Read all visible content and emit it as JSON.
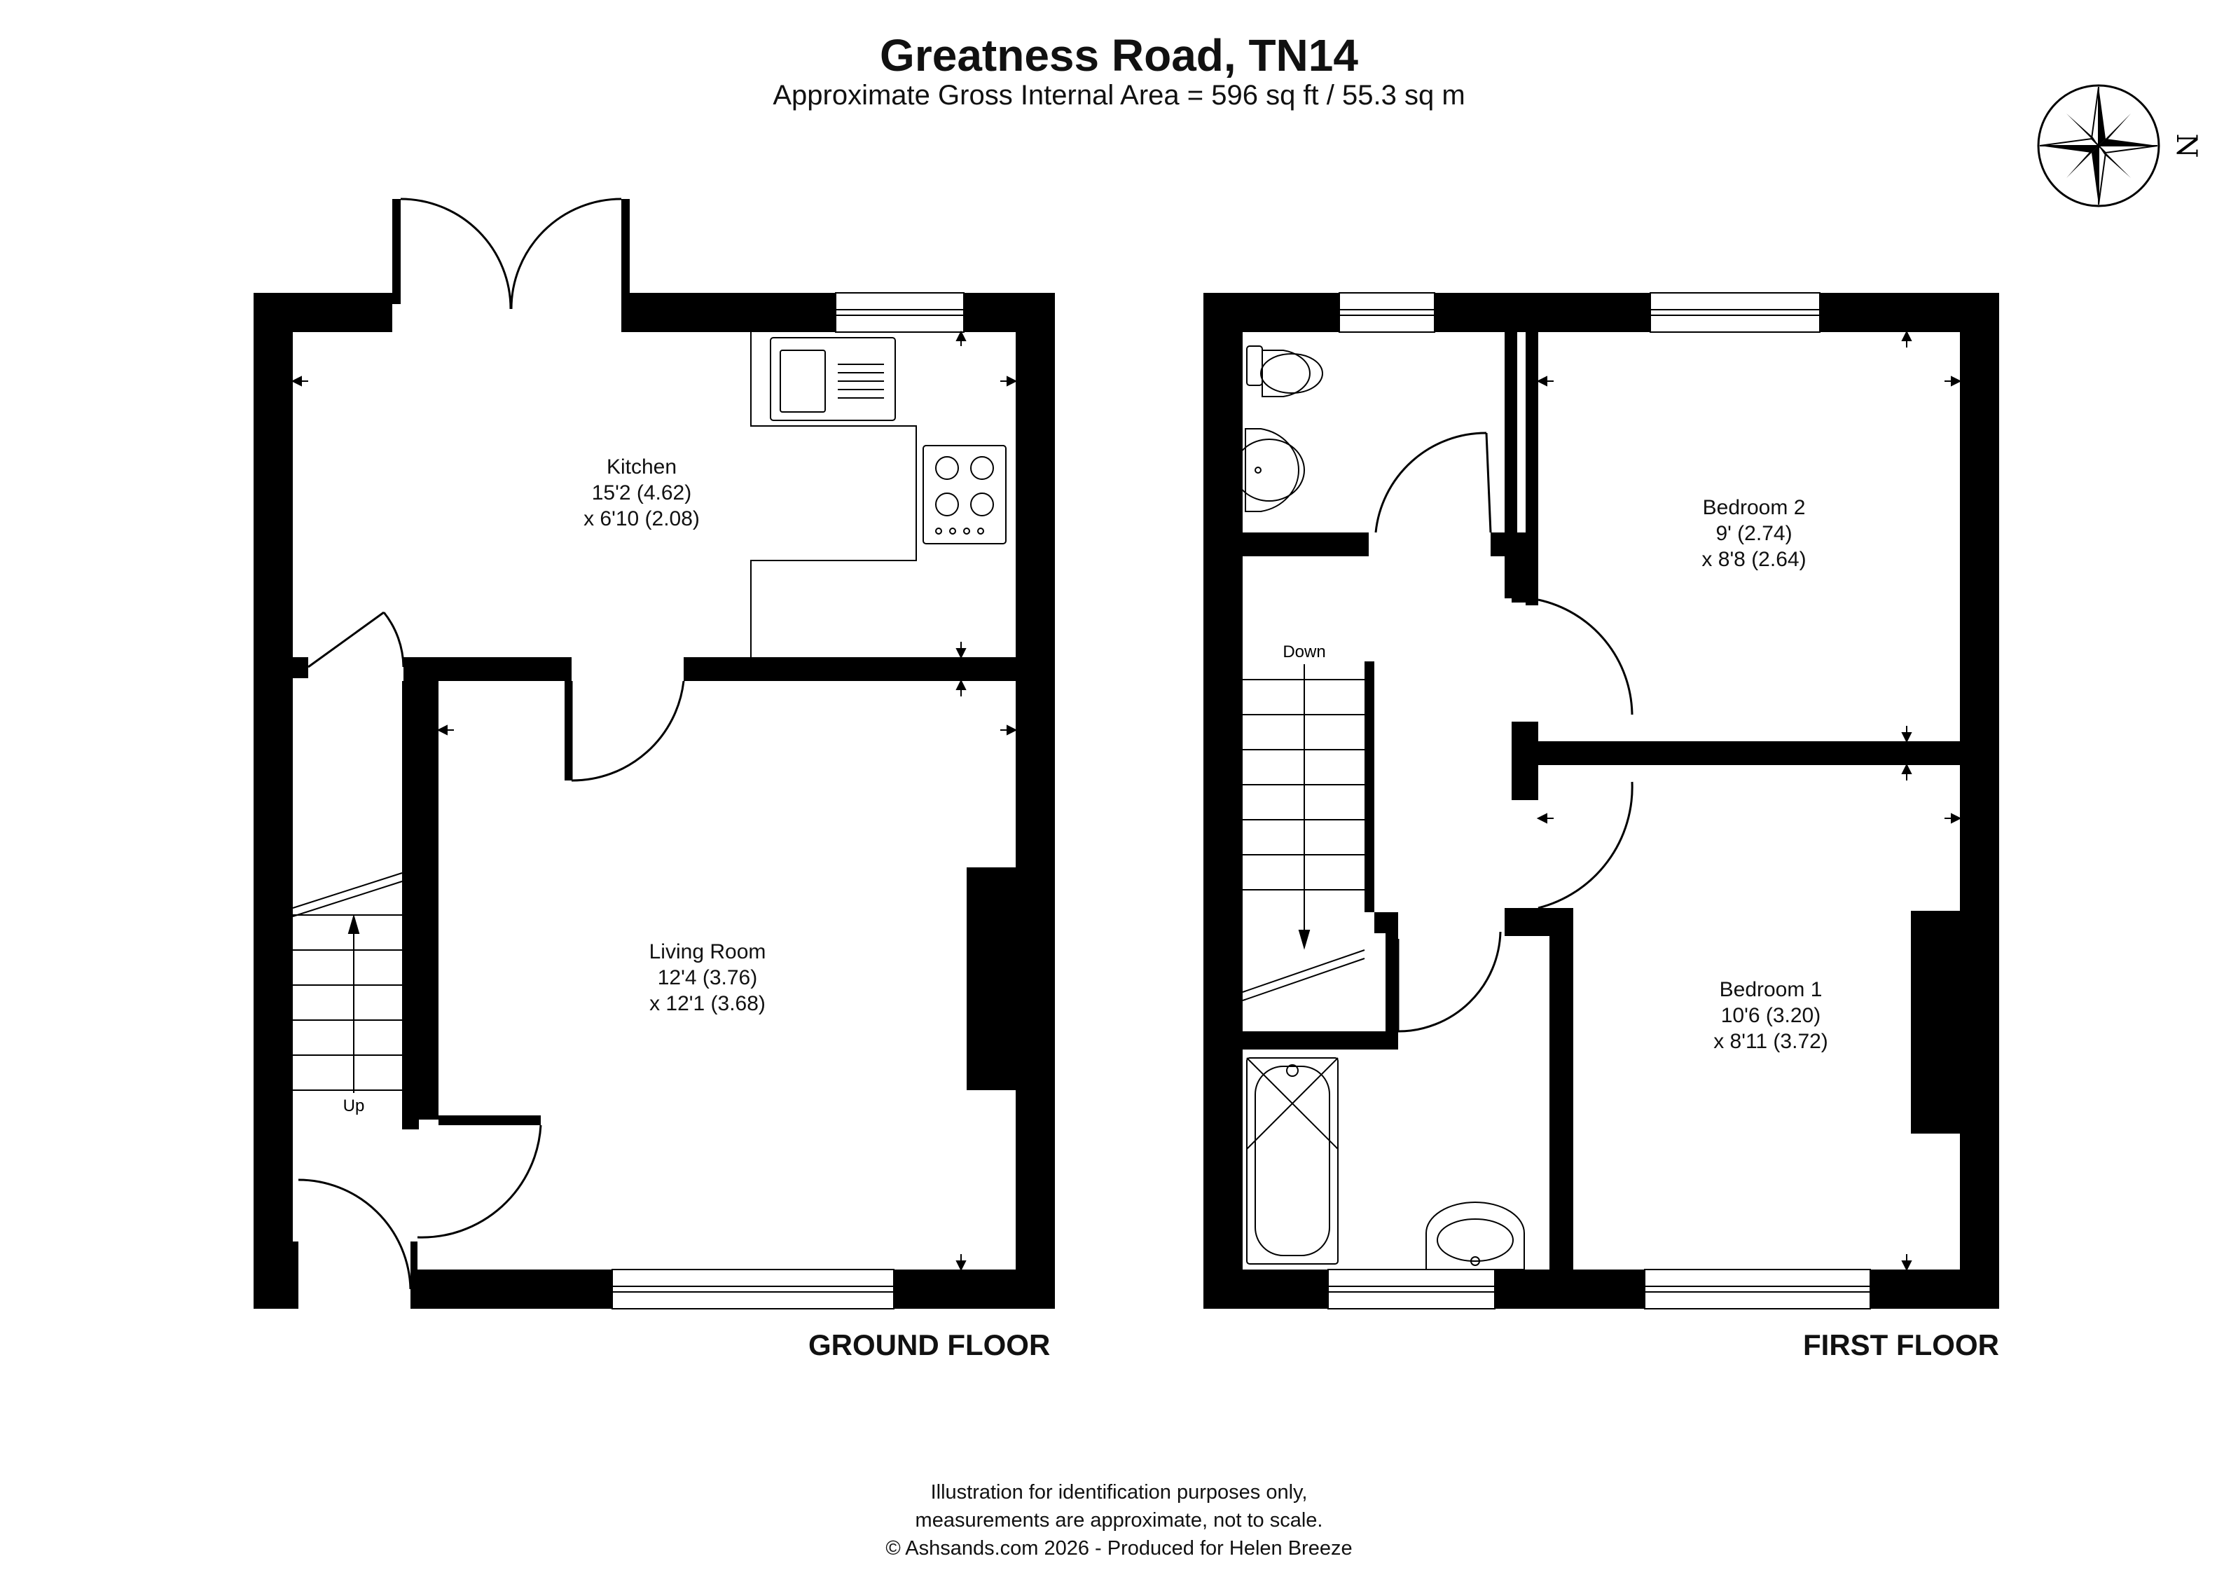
{
  "header": {
    "title": "Greatness Road, TN14",
    "subtitle": "Approximate Gross Internal Area = 596 sq ft / 55.3 sq m"
  },
  "compass": {
    "north_letter": "N"
  },
  "ground_floor": {
    "label": "GROUND FLOOR",
    "stairs_label": "Up",
    "kitchen": {
      "name": "Kitchen",
      "dim1": "15'2 (4.62)",
      "dim2": "x 6'10 (2.08)"
    },
    "living_room": {
      "name": "Living Room",
      "dim1": "12'4 (3.76)",
      "dim2": "x 12'1 (3.68)"
    }
  },
  "first_floor": {
    "label": "FIRST FLOOR",
    "stairs_label": "Down",
    "bedroom_2": {
      "name": "Bedroom 2",
      "dim1": "9' (2.74)",
      "dim2": "x 8'8 (2.64)"
    },
    "bedroom_1": {
      "name": "Bedroom 1",
      "dim1": "10'6 (3.20)",
      "dim2": "x 8'11 (3.72)"
    }
  },
  "footer": {
    "line1": "Illustration for identification purposes only,",
    "line2": "measurements are approximate, not to scale.",
    "line3": "© Ashsands.com 2026 - Produced for Helen Breeze"
  }
}
